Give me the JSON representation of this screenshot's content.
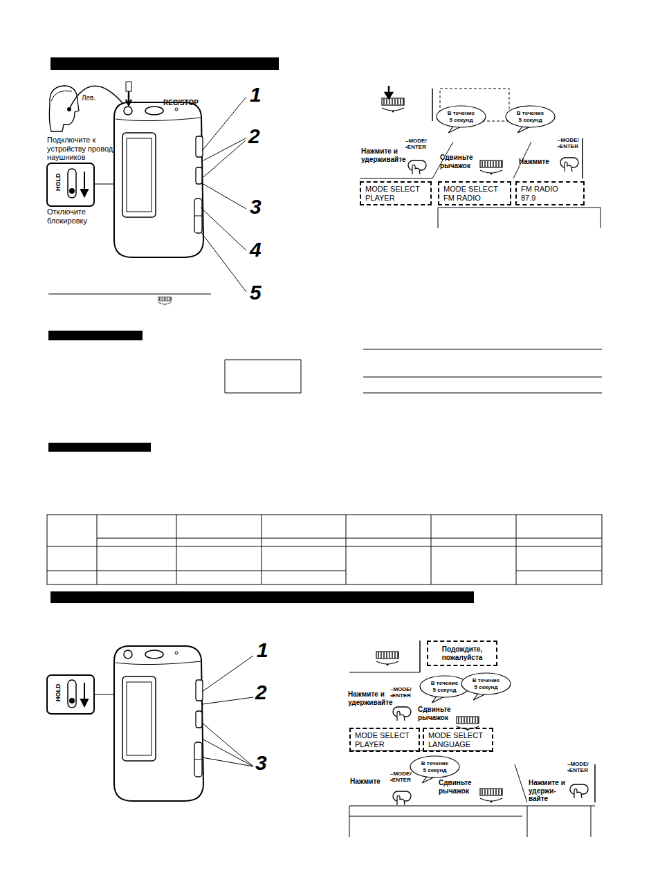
{
  "diagram": {
    "nodes": [
      {
        "text": [
          "В течение 5 секунд"
        ]
      },
      {
        "text": [
          "В течение 5 секунд"
        ]
      },
      {
        "text": [
          "MODE SELECT PLAYER"
        ]
      },
      {
        "text": [
          "MODE SELECT FM RADIO"
        ]
      },
      {
        "text": [
          "FM RADIO 87.9"
        ]
      },
      {
        "text": [
          "Подождите, пожалуйста"
        ]
      },
      {
        "text": [
          "В течение 5 секунд"
        ]
      },
      {
        "text": [
          "В течение 5 секунд"
        ]
      },
      {
        "text": [
          "MODE SELECT PLAYER"
        ]
      },
      {
        "text": [
          "MODE SELECT LANGUAGE"
        ]
      },
      {
        "text": [
          "В течение 5 секунд"
        ]
      }
    ],
    "labels": [
      "Лев.",
      "REC/STOP",
      "Подключите к устройству провод наушников",
      "HOLD",
      "Отключите блокировку",
      "1",
      "2",
      "3",
      "4",
      "5",
      "Нажмите и удерживайте",
      "–MODE/ •ENTER",
      "Сдвиньте рычажок",
      "Нажмите",
      "–MODE/ •ENTER",
      "1",
      "2",
      "3",
      "HOLD",
      "Нажмите и удерживайте",
      "–MODE/ •ENTER",
      "Сдвиньте рычажок",
      "Нажмите",
      "–MODE/ •ENTER",
      "Сдвиньте рычажок",
      "Нажмите и удержи- вайте",
      "–MODE/ •ENTER"
    ]
  }
}
